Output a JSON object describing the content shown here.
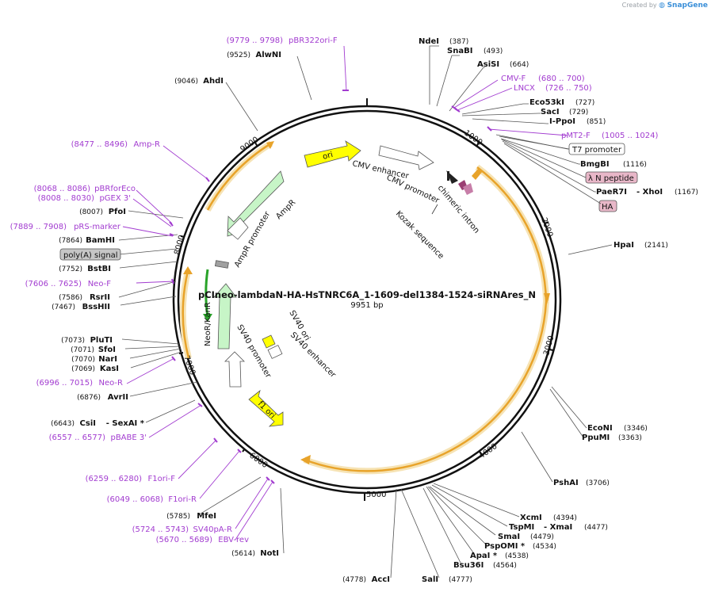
{
  "watermark": {
    "prefix": "Created by",
    "brand": "SnapGene"
  },
  "plasmid": {
    "name": "pCIneo-lambdaN-HA-HsTNRC6A_1-1609-del1384-1524-siRNAres_N",
    "length_label": "9951 bp"
  },
  "colors": {
    "primer": "#a23cd0",
    "orf": "#e8a32a",
    "orf_halo": "#f6e3b4",
    "ori": "#ffff00",
    "resistance": "#c7f5c7",
    "promoter": "#ffffff",
    "tag": "#e8b7c8",
    "polyA": "#c6c6c6",
    "backbone": "#111111"
  },
  "ticks": [
    "1000",
    "2000",
    "3000",
    "4000",
    "5000",
    "6000",
    "7000",
    "8000",
    "9000"
  ],
  "features": [
    {
      "label": "ori"
    },
    {
      "label": "AmpR"
    },
    {
      "label": "AmpR promoter"
    },
    {
      "label": "NeoR/KanR"
    },
    {
      "label": "SV40 promoter"
    },
    {
      "label": "SV40 ori"
    },
    {
      "label": "SV40 enhancer"
    },
    {
      "label": "f1 ori"
    },
    {
      "label": "CMV enhancer"
    },
    {
      "label": "CMV promoter"
    },
    {
      "label": "chimeric intron"
    },
    {
      "label": "Kozak sequence"
    }
  ],
  "sites": [
    {
      "name": "NdeI",
      "pos": "(387)"
    },
    {
      "name": "SnaBI",
      "pos": "(493)"
    },
    {
      "name": "AsiSI",
      "pos": "(664)"
    },
    {
      "name": "Eco53kI",
      "pos": "(727)"
    },
    {
      "name": "SacI",
      "pos": "(729)"
    },
    {
      "name": "I-PpoI",
      "pos": "(851)"
    },
    {
      "name": "BmgBI",
      "pos": "(1116)"
    },
    {
      "name": "PaeR7I",
      "pos": ""
    },
    {
      "name": "- XhoI",
      "pos": "(1167)"
    },
    {
      "name": "HpaI",
      "pos": "(2141)"
    },
    {
      "name": "EcoNI",
      "pos": "(3346)"
    },
    {
      "name": "PpuMI",
      "pos": "(3363)"
    },
    {
      "name": "PshAI",
      "pos": "(3706)"
    },
    {
      "name": "XcmI",
      "pos": "(4394)"
    },
    {
      "name": "TspMI",
      "pos": ""
    },
    {
      "name": "- XmaI",
      "pos": "(4477)"
    },
    {
      "name": "SmaI",
      "pos": "(4479)"
    },
    {
      "name": "PspOMI *",
      "pos": "(4534)"
    },
    {
      "name": "ApaI *",
      "pos": "(4538)"
    },
    {
      "name": "Bsu36I",
      "pos": "(4564)"
    },
    {
      "name": "SalI",
      "pos": "(4777)"
    },
    {
      "name": "AccI",
      "pos": "(4778)"
    },
    {
      "name": "NotI",
      "pos": "(5614)"
    },
    {
      "name": "MfeI",
      "pos": "(5785)"
    },
    {
      "name": "CsiI",
      "pos": "(6643)"
    },
    {
      "name": "- SexAI *",
      "pos": ""
    },
    {
      "name": "AvrII",
      "pos": "(6876)"
    },
    {
      "name": "KasI",
      "pos": "(7069)"
    },
    {
      "name": "NarI",
      "pos": "(7070)"
    },
    {
      "name": "SfoI",
      "pos": "(7071)"
    },
    {
      "name": "PluTI",
      "pos": "(7073)"
    },
    {
      "name": "BssHII",
      "pos": "(7467)"
    },
    {
      "name": "RsrII",
      "pos": "(7586)"
    },
    {
      "name": "BstBI",
      "pos": "(7752)"
    },
    {
      "name": "BamHI",
      "pos": "(7864)"
    },
    {
      "name": "PfoI",
      "pos": "(8007)"
    },
    {
      "name": "AhdI",
      "pos": "(9046)"
    },
    {
      "name": "AlwNI",
      "pos": "(9525)"
    }
  ],
  "primers": [
    {
      "name": "pBR322ori-F",
      "range": "(9779 .. 9798)"
    },
    {
      "name": "CMV-F",
      "range": "(680 .. 700)"
    },
    {
      "name": "LNCX",
      "range": "(726 .. 750)"
    },
    {
      "name": "pMT2-F",
      "range": "(1005 .. 1024)"
    },
    {
      "name": "Amp-R",
      "range": "(8477 .. 8496)"
    },
    {
      "name": "pBRforEco",
      "range": "(8068 .. 8086)"
    },
    {
      "name": "pGEX 3'",
      "range": "(8008 .. 8030)"
    },
    {
      "name": "pRS-marker",
      "range": "(7889 .. 7908)"
    },
    {
      "name": "Neo-F",
      "range": "(7606 .. 7625)"
    },
    {
      "name": "Neo-R",
      "range": "(6996 .. 7015)"
    },
    {
      "name": "pBABE 3'",
      "range": "(6557 .. 6577)"
    },
    {
      "name": "F1ori-F",
      "range": "(6259 .. 6280)"
    },
    {
      "name": "F1ori-R",
      "range": "(6049 .. 6068)"
    },
    {
      "name": "SV40pA-R",
      "range": "(5724 .. 5743)"
    },
    {
      "name": "EBV-rev",
      "range": "(5670 .. 5689)"
    }
  ],
  "boxed_labels": [
    "T7 promoter",
    "λ N peptide",
    "HA",
    "poly(A) signal"
  ]
}
